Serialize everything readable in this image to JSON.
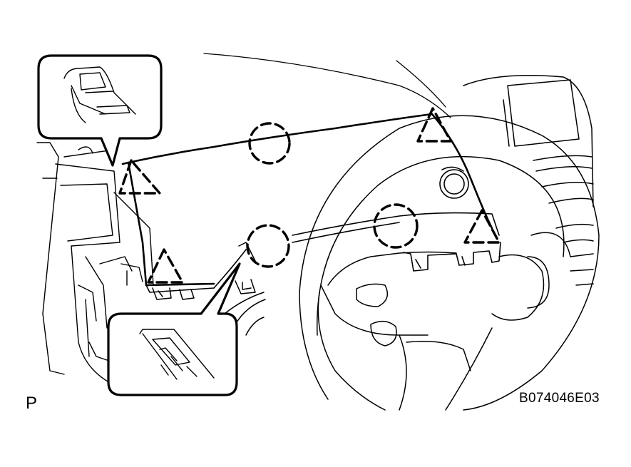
{
  "labels": {
    "view_mark": "P",
    "figure_code": "B074046E03"
  },
  "legend_symbols": {
    "clip": "dashed-triangle",
    "claw": "dashed-circle"
  },
  "colors": {
    "line": "#000000",
    "background": "#ffffff"
  }
}
